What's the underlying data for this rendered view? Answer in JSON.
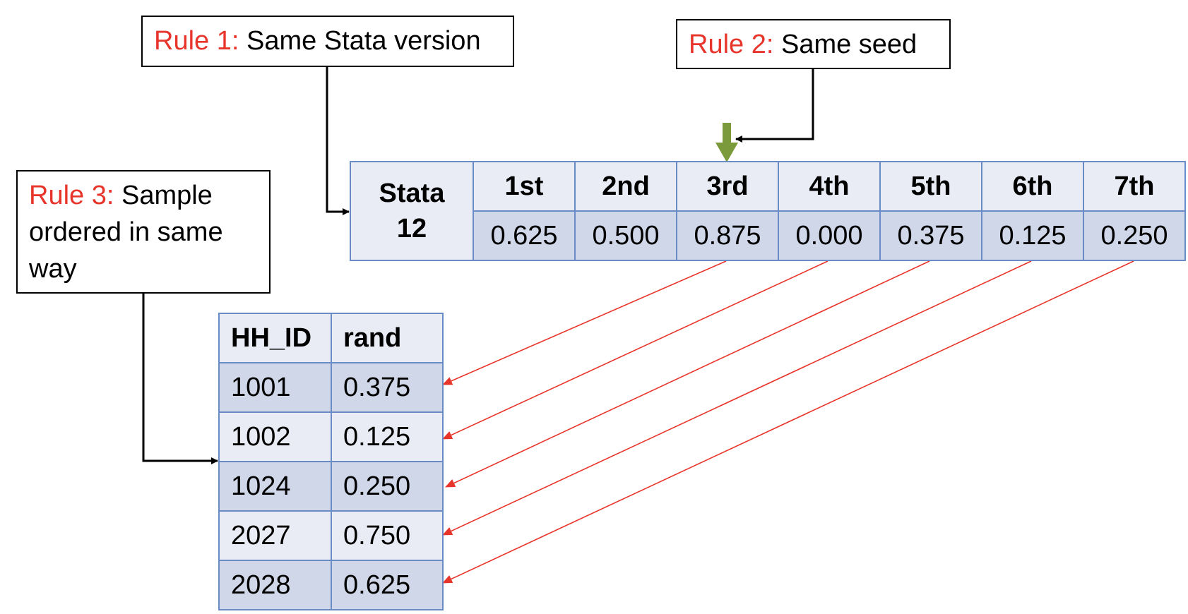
{
  "rules": [
    {
      "label": "Rule 1:",
      "text": "Same Stata version"
    },
    {
      "label": "Rule 2:",
      "text": "Same seed"
    },
    {
      "label": "Rule 3:",
      "text": "Sample ordered in same way"
    }
  ],
  "stata_table": {
    "header_line1": "Stata",
    "header_line2": "12",
    "orders": [
      "1st",
      "2nd",
      "3rd",
      "4th",
      "5th",
      "6th",
      "7th"
    ],
    "values": [
      "0.625",
      "0.500",
      "0.875",
      "0.000",
      "0.375",
      "0.125",
      "0.250"
    ]
  },
  "household_table": {
    "headers": [
      "HH_ID",
      "rand"
    ],
    "rows": [
      [
        "1001",
        "0.375"
      ],
      [
        "1002",
        "0.125"
      ],
      [
        "1024",
        "0.250"
      ],
      [
        "2027",
        "0.750"
      ],
      [
        "2028",
        "0.625"
      ]
    ]
  },
  "colors": {
    "rule_label": "#e8352b",
    "table_border": "#6a8cc6",
    "header_fill": "#e9ecf4",
    "value_fill": "#cfd7e8",
    "seed_arrow": "#7a9a3c",
    "mapping_arrow": "#e8352b"
  }
}
